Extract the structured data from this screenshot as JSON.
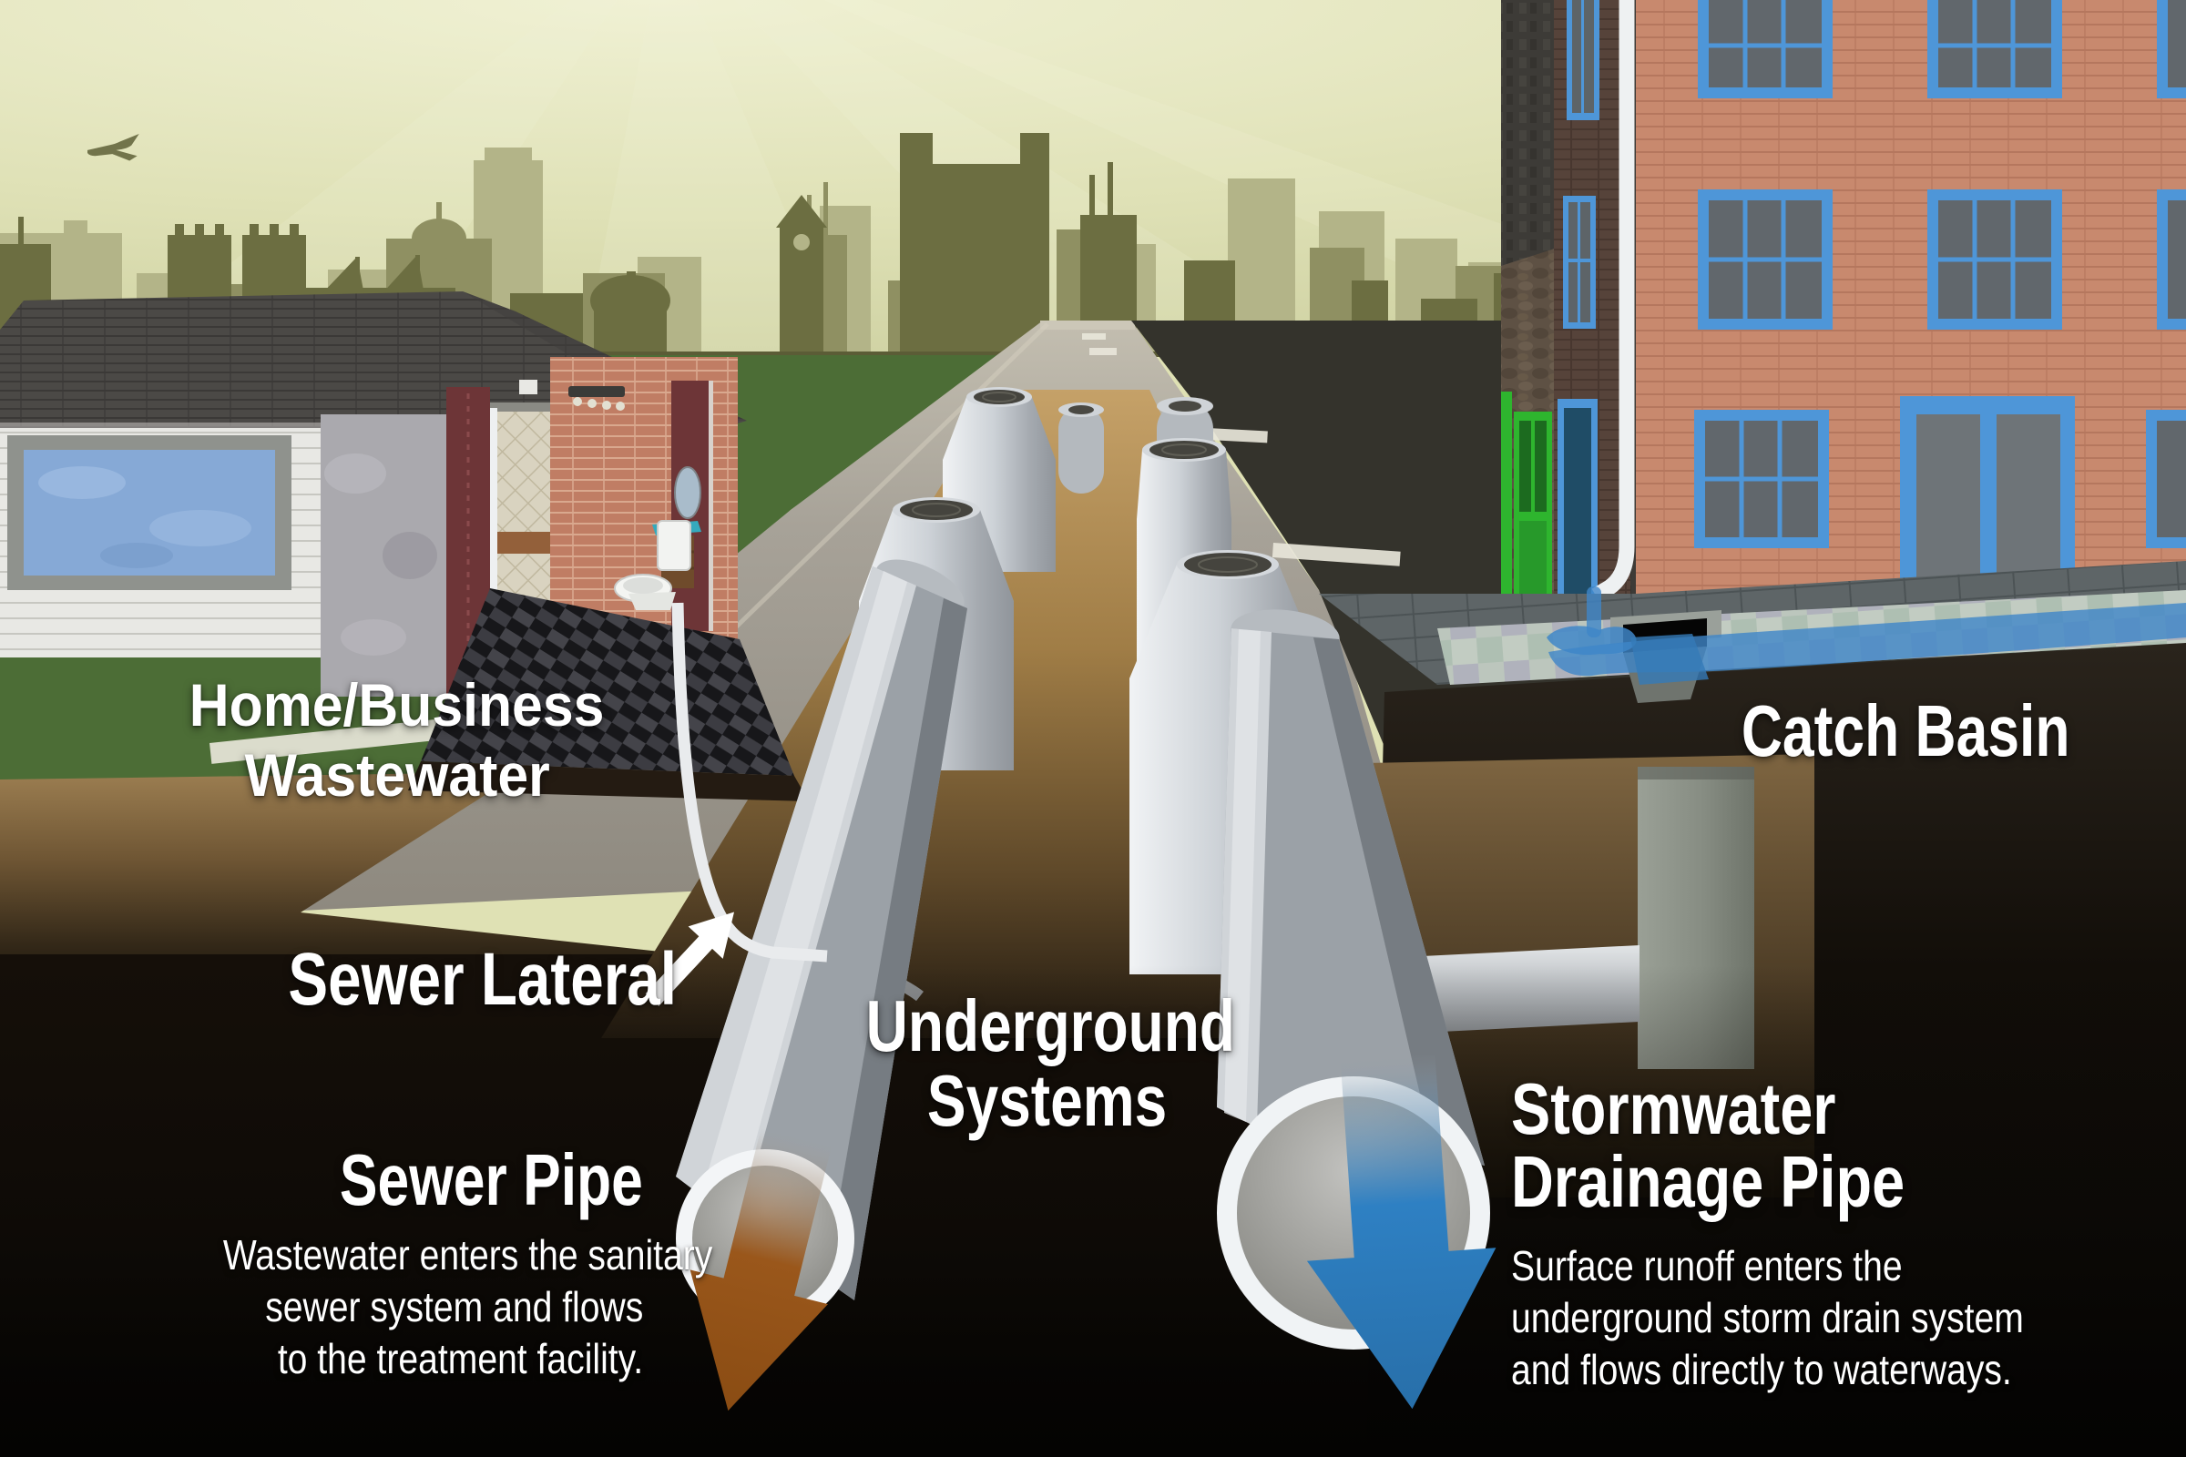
{
  "labels": {
    "home_business_wastewater": {
      "line1": "Home/Business",
      "line2": "Wastewater"
    },
    "catch_basin": "Catch Basin",
    "sewer_lateral": "Sewer Lateral",
    "underground_systems": {
      "line1": "Underground",
      "line2": "Systems"
    },
    "sewer_pipe": {
      "title": "Sewer Pipe",
      "description": [
        "Wastewater enters the sanitary",
        "sewer system and flows",
        "to the treatment facility."
      ]
    },
    "stormwater_drainage_pipe": {
      "title_line1": "Stormwater",
      "title_line2": "Drainage Pipe",
      "description": [
        "Surface runoff enters the",
        "underground storm drain system",
        "and flows directly to waterways."
      ]
    }
  },
  "colors": {
    "label_text": "#ffffff",
    "sky": "#e3e4bd",
    "skyline_silhouette": "#6c6e41",
    "grass": "#4c6d36",
    "road": "#a39e94",
    "trench_dirt": "#b9935c",
    "pipe_concrete": "#c6cacf",
    "sewer_flow_arrow": "#9a571b",
    "storm_flow_arrow": "#2e80c3",
    "runoff_water": "#3f86c8",
    "brick_building": "#c8896e",
    "window_frame_blue": "#4e96d8",
    "door_green": "#2eb52e"
  },
  "icons": {
    "airplane": "✈",
    "sewer_lateral_pointer": "➚",
    "sewer_flow": "⬇",
    "storm_flow": "⬇"
  }
}
